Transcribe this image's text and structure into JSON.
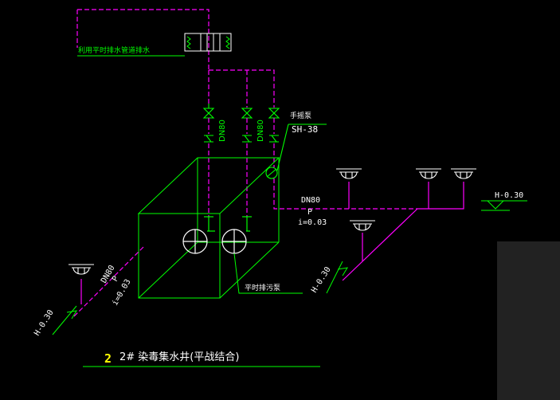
{
  "title": "2# 染毒集水井(平战结合)",
  "title_number_glyph": "2",
  "labels": {
    "top_note": "利用平时排水管道排水",
    "pipe_size_vertical": "DN80",
    "pump_label": "手摇泵",
    "pump_model": "SH-38",
    "pipe_dn_right": "DN80",
    "pipe_p_right": "P",
    "pipe_slope_right": "i=0.03",
    "pipe_dn_left": "DN80",
    "pipe_p_left": "P",
    "pipe_slope_left": "i=0.03",
    "sewage_pump": "平时排污泵",
    "elev_right": "H-0.30",
    "elev_mid": "H-0.30",
    "elev_left": "H-0.30"
  },
  "colors": {
    "green": "#00ff00",
    "magenta": "#ff00ff",
    "white": "#ffffff",
    "yellow": "#ffff00",
    "panel": "#222222"
  }
}
